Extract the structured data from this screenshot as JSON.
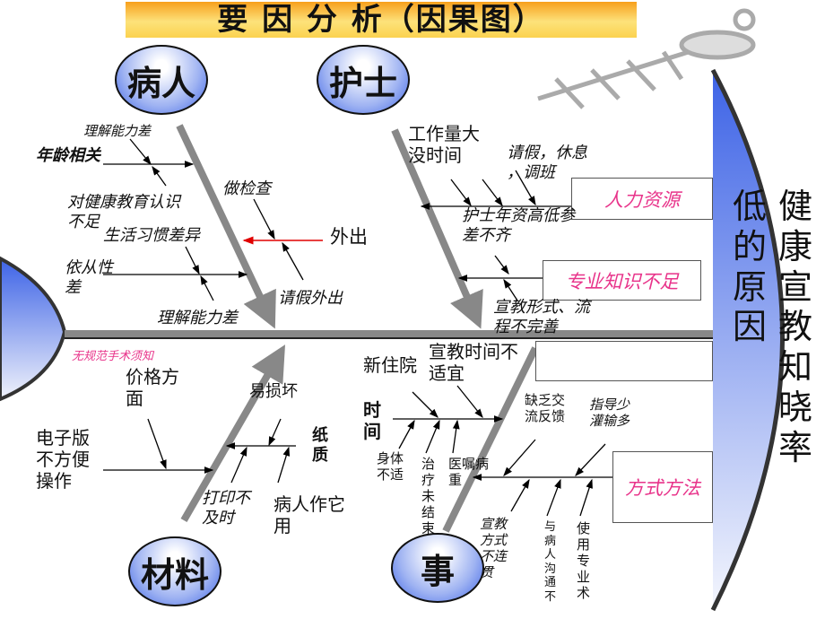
{
  "title": "要 因 分 析（因果图）",
  "categories": {
    "patient": "病人",
    "nurse": "护士",
    "material": "材料",
    "matter": "事"
  },
  "effect": {
    "col1": "低的原因",
    "col2": "健康宣教知晓率"
  },
  "colors": {
    "title_bar": "#f7a01c",
    "head_fill": "#3d63e6",
    "box_text": "#e8338a",
    "red_arrow": "#e00000",
    "bone": "#888888"
  },
  "patient": {
    "understand_top": "理解能力差",
    "age": "年龄相关",
    "awareness": "对健康教育认识\n不足",
    "habits": "生活习惯差异",
    "compliance": "依从性\n差",
    "understand_bottom": "理解能力差",
    "checkup": "做检查",
    "leave": "请假外出",
    "out": "外出"
  },
  "nurse": {
    "workload": "工作量大\n没时间",
    "leave_rest": "请假，休息\n，调班",
    "seniority": "护士年资高低参\n差不齐",
    "hr_box": "人力资源",
    "knowledge_box": "专业知识不足",
    "format": "宣教形式、流\n程不完善"
  },
  "material": {
    "no_notice": "无规范手术须知",
    "price": "价格方\n面",
    "electronic": "电子版\n不方便\n操作",
    "fragile": "易损坏",
    "paper": "纸\n质",
    "print": "打印不\n及时",
    "misuse": "病人作它\n用"
  },
  "matter": {
    "new_admit": "新住院",
    "time_unfit": "宣教时间不\n适宜",
    "time": "时\n间",
    "unwell": "身体\n不适",
    "treatment": "治\n疗\n未\n结\n束",
    "critical": "医嘱病\n重",
    "feedback": "缺乏交\n流反馈",
    "guidance": "指导少\n灌输多",
    "method_box": "方式方法",
    "incoherent": "宣教\n方式\n不连\n贯",
    "communication": "与\n病\n人\n沟\n通\n不",
    "jargon": "使\n用\n专\n业\n术"
  }
}
